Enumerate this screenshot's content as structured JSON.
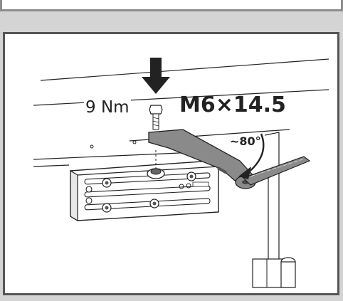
{
  "diagram": {
    "torque_label": "9 Nm",
    "screw_label": "M6×14.5",
    "angle_label": "~80°",
    "colors": {
      "frame_border": "#555555",
      "background": "#d4d4d4",
      "arm": "#8a8a8a",
      "line": "#222222"
    },
    "icons": [
      "down-arrow-icon",
      "rotation-arc-arrow-icon"
    ]
  }
}
